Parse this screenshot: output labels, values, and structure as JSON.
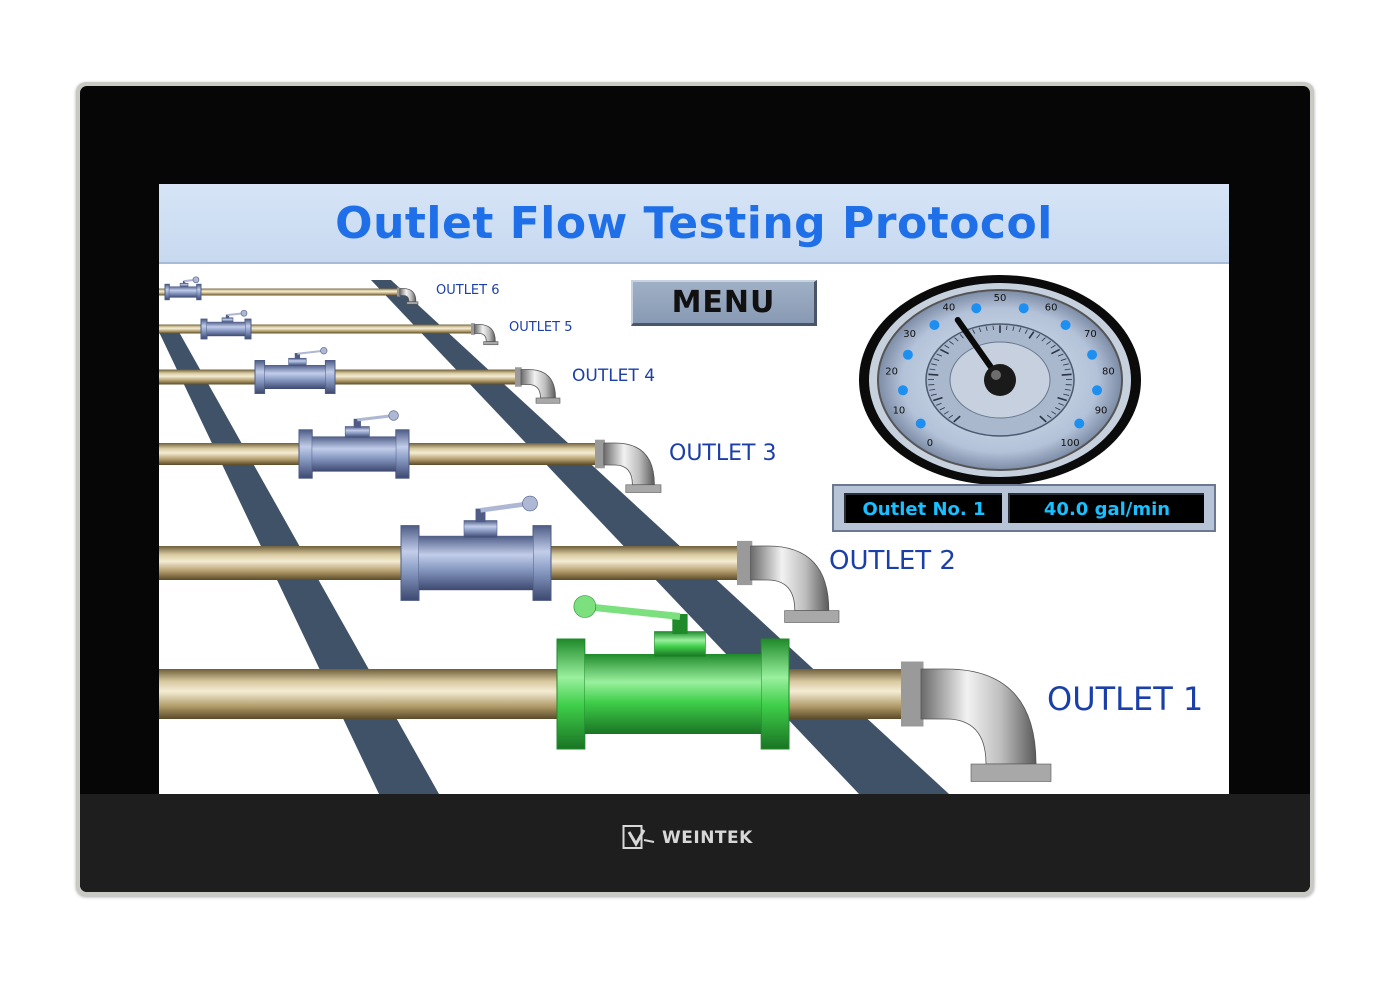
{
  "screen": {
    "title": "Outlet Flow Testing Protocol",
    "menu_label": "MENU"
  },
  "outlets": [
    {
      "label": "OUTLET 6",
      "active": false
    },
    {
      "label": "OUTLET 5",
      "active": false
    },
    {
      "label": "OUTLET 4",
      "active": false
    },
    {
      "label": "OUTLET 3",
      "active": false
    },
    {
      "label": "OUTLET 2",
      "active": false
    },
    {
      "label": "OUTLET 1",
      "active": true
    }
  ],
  "gauge": {
    "outer_scale": [
      "0",
      "10",
      "20",
      "30",
      "40",
      "50",
      "60",
      "70",
      "80",
      "90",
      "100"
    ],
    "needle_value": 40
  },
  "readout": {
    "outlet_label": "Outlet No. 1",
    "flow_value": "40.0 gal/min"
  },
  "device": {
    "brand": "WEINTEK"
  },
  "colors": {
    "title_text": "#1f6fe8",
    "active_valve": "#3fcf4a",
    "inactive_valve": "#8a9cc4",
    "readout_text": "#18c0ff",
    "outlet_text": "#1b3fa8"
  },
  "icons": {
    "brand_logo": "weintek-logo-icon"
  }
}
